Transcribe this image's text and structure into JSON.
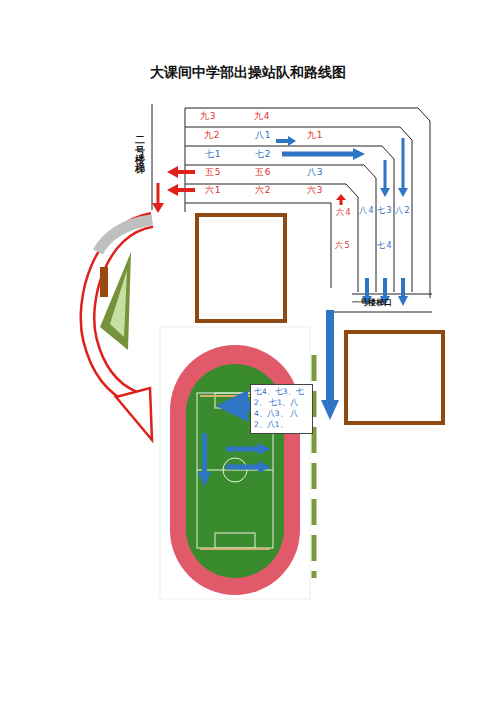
{
  "diagram": {
    "title": "大课间中学部出操站队和路线图",
    "nodes": [
      {
        "text": [
          "七4、七3、七2、 七1、八4、八3、 八2、八1、"
        ]
      }
    ],
    "labels": [
      "二号楼梯",
      "九3",
      "九4",
      "九2",
      "八1",
      "九1",
      "七1",
      "七2",
      "五5",
      "五6",
      "八3",
      "六1",
      "六2",
      "六3",
      "六4",
      "八4",
      "七3",
      "八2",
      "六5",
      "七4",
      "一号楼梯口"
    ]
  }
}
